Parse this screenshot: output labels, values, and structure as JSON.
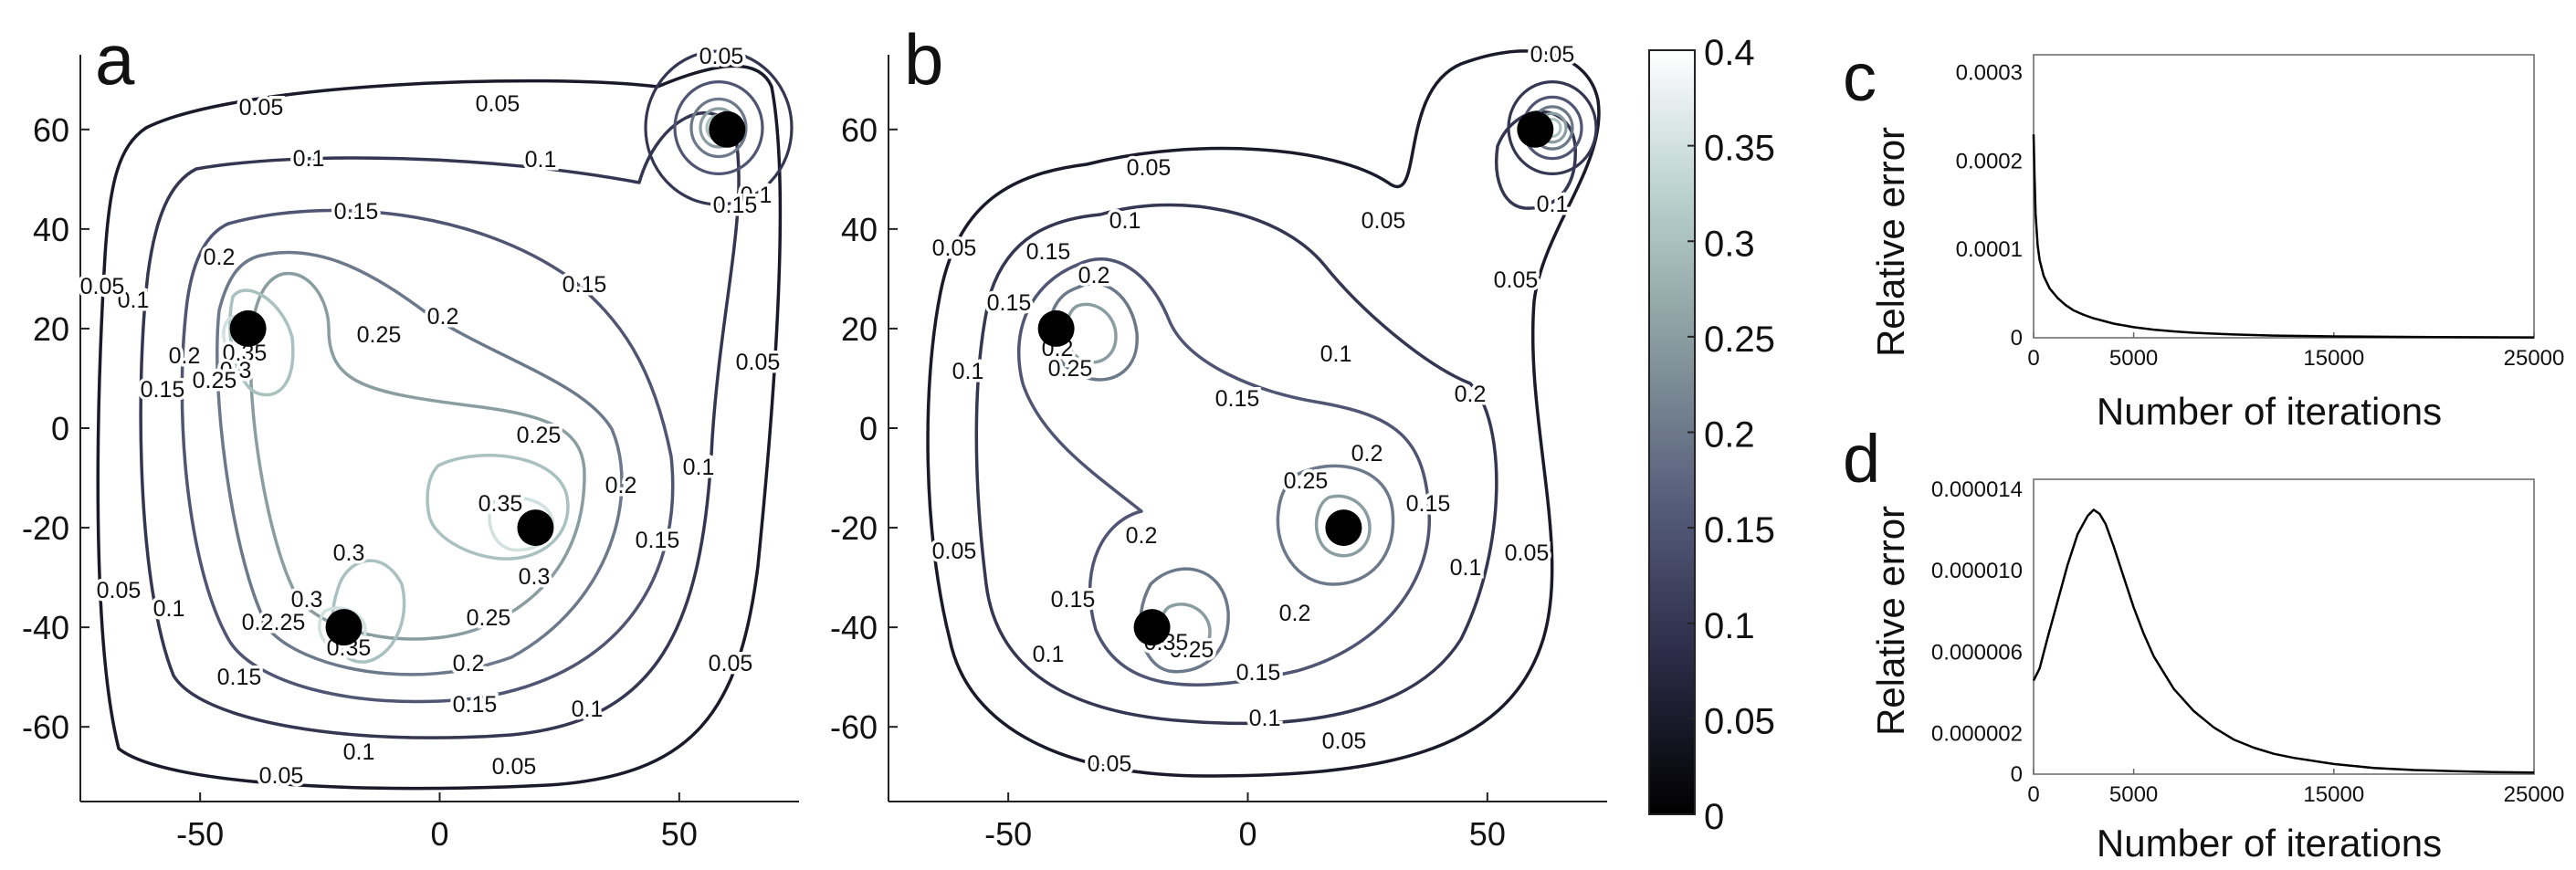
{
  "chart_data": [
    {
      "panel": "a",
      "type": "contour",
      "x_ticks": [
        "-50",
        "0",
        "50"
      ],
      "y_ticks": [
        "60",
        "40",
        "20",
        "0",
        "-20",
        "-40",
        "-60"
      ],
      "xlim": [
        -75,
        75
      ],
      "ylim": [
        -75,
        75
      ],
      "sources": [
        {
          "x": 60,
          "y": 60
        },
        {
          "x": -40,
          "y": 20
        },
        {
          "x": 20,
          "y": -20
        },
        {
          "x": -20,
          "y": -40
        }
      ],
      "contour_levels": [
        "0.05",
        "0.1",
        "0.15",
        "0.2",
        "0.25",
        "0.3",
        "0.35"
      ]
    },
    {
      "panel": "b",
      "type": "contour",
      "x_ticks": [
        "-50",
        "0",
        "50"
      ],
      "y_ticks": [
        "60",
        "40",
        "20",
        "0",
        "-20",
        "-40",
        "-60"
      ],
      "xlim": [
        -75,
        75
      ],
      "ylim": [
        -75,
        75
      ],
      "sources": [
        {
          "x": 60,
          "y": 60
        },
        {
          "x": -40,
          "y": 20
        },
        {
          "x": 20,
          "y": -20
        },
        {
          "x": -20,
          "y": -40
        }
      ],
      "contour_levels": [
        "0.05",
        "0.1",
        "0.15",
        "0.2",
        "0.25"
      ]
    },
    {
      "panel": "colorbar",
      "type": "colorbar",
      "range": [
        0,
        0.4
      ],
      "ticks": [
        "0.4",
        "0.35",
        "0.3",
        "0.25",
        "0.2",
        "0.15",
        "0.1",
        "0.05",
        "0"
      ],
      "colors": [
        "#000000",
        "#2a2a45",
        "#545b7a",
        "#84969b",
        "#b6cfcb",
        "#ffffff"
      ]
    },
    {
      "panel": "c",
      "type": "line",
      "xlabel": "Number of iterations",
      "ylabel": "Relative error",
      "x_ticks": [
        "0",
        "5000",
        "15000",
        "25000"
      ],
      "y_ticks": [
        "0.0003",
        "0.0002",
        "0.0001",
        "0"
      ],
      "xlim": [
        0,
        25000
      ],
      "ylim": [
        0,
        0.00032
      ],
      "x": [
        0,
        50,
        100,
        200,
        300,
        500,
        800,
        1200,
        1600,
        2000,
        2500,
        3000,
        4000,
        5000,
        6000,
        7000,
        8000,
        10000,
        12000,
        15000,
        20000,
        25000
      ],
      "y": [
        0.00023,
        0.00018,
        0.00014,
        0.000105,
        8.8e-05,
        7e-05,
        5.6e-05,
        4.5e-05,
        3.7e-05,
        3.1e-05,
        2.6e-05,
        2.2e-05,
        1.6e-05,
        1.2e-05,
        9.2e-06,
        7.2e-06,
        5.7e-06,
        3.7e-06,
        2.5e-06,
        1.5e-06,
        7e-07,
        4e-07
      ]
    },
    {
      "panel": "d",
      "type": "line",
      "xlabel": "Number of iterations",
      "ylabel": "Relative error",
      "x_ticks": [
        "0",
        "5000",
        "15000",
        "25000"
      ],
      "y_ticks": [
        "0.000014",
        "0.000010",
        "0.000006",
        "0.000002",
        "0"
      ],
      "xlim": [
        0,
        25000
      ],
      "ylim": [
        0,
        1.45e-05
      ],
      "x": [
        0,
        300,
        700,
        1200,
        1700,
        2200,
        2700,
        3000,
        3300,
        3600,
        4000,
        4500,
        5000,
        5500,
        6000,
        7000,
        8000,
        9000,
        10000,
        11000,
        12000,
        13000,
        15000,
        17000,
        19000,
        21000,
        23000,
        25000
      ],
      "y": [
        4.6e-06,
        5.2e-06,
        6.7e-06,
        8.5e-06,
        1.03e-05,
        1.18e-05,
        1.27e-05,
        1.3e-05,
        1.28e-05,
        1.23e-05,
        1.12e-05,
        9.7e-06,
        8.2e-06,
        6.9e-06,
        5.8e-06,
        4.2e-06,
        3.1e-06,
        2.3e-06,
        1.7e-06,
        1.3e-06,
        1e-06,
        8e-07,
        5e-07,
        3e-07,
        2e-07,
        1.5e-07,
        1e-07,
        8e-08
      ]
    }
  ]
}
